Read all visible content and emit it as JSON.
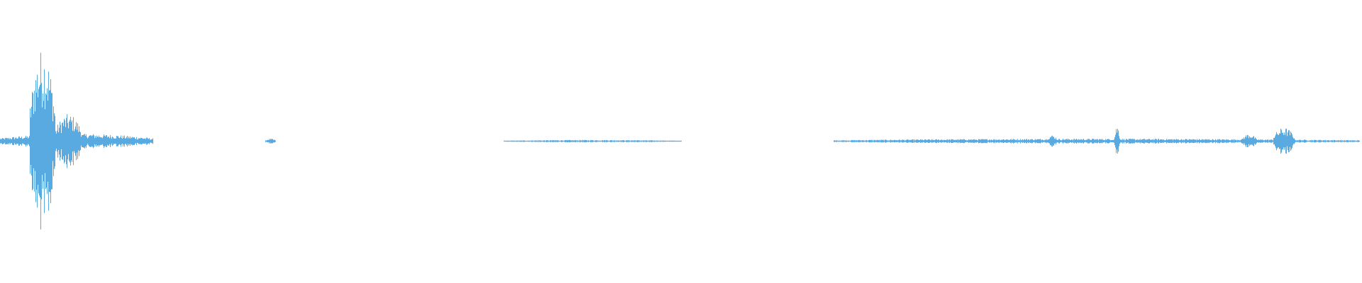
{
  "waveform": {
    "color": "#5aaae2",
    "segments": [
      {
        "start": 0.0,
        "end": 0.112,
        "amplitude": 0.06
      },
      {
        "start": 0.022,
        "end": 0.04,
        "amplitude": 0.75
      },
      {
        "start": 0.04,
        "end": 0.06,
        "amplitude": 0.22
      },
      {
        "start": 0.06,
        "end": 0.075,
        "amplitude": 0.06
      },
      {
        "start": 0.195,
        "end": 0.202,
        "amplitude": 0.02
      },
      {
        "start": 0.37,
        "end": 0.5,
        "amplitude": 0.01
      },
      {
        "start": 0.612,
        "end": 0.998,
        "amplitude": 0.02
      },
      {
        "start": 0.768,
        "end": 0.776,
        "amplitude": 0.05
      },
      {
        "start": 0.818,
        "end": 0.822,
        "amplitude": 0.13
      },
      {
        "start": 0.912,
        "end": 0.922,
        "amplitude": 0.06
      },
      {
        "start": 0.935,
        "end": 0.95,
        "amplitude": 0.11
      }
    ]
  }
}
